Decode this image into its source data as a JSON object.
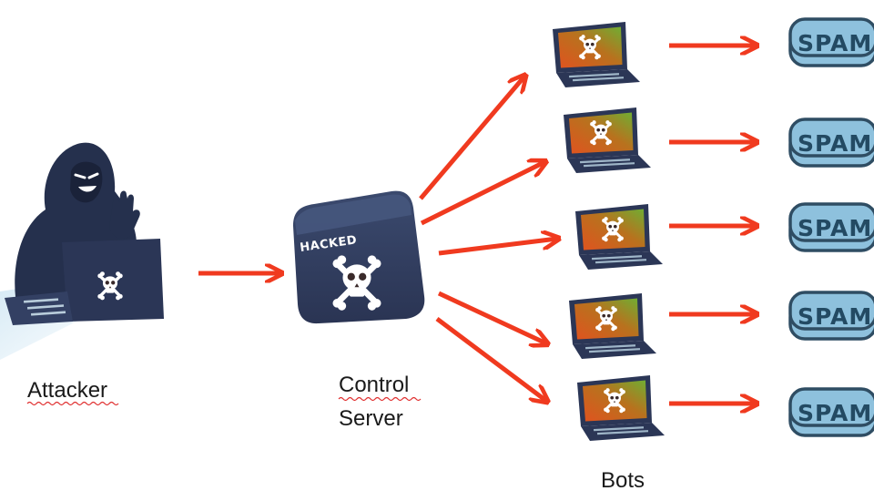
{
  "labels": {
    "attacker": "Attacker",
    "control_line1": "Control",
    "control_line2": "Server",
    "bots": "Bots"
  },
  "server": {
    "badge": "HACKED"
  },
  "spam_badges": [
    "SPAM",
    "SPAM",
    "SPAM",
    "SPAM",
    "SPAM"
  ],
  "icons": {
    "attacker": "hooded-hacker-icon",
    "server": "hacked-server-icon",
    "bot": "infected-laptop-icon",
    "spam": "spam-badge-icon",
    "arrow": "red-arrow"
  },
  "colors": {
    "arrow": "#f03a1f",
    "navy": "#2b3656",
    "spam_fill": "#8ec1dd",
    "spam_stroke": "#2f4d63",
    "screen_orange": "#e0531f",
    "screen_green": "#6fae33",
    "underline": "#e03030"
  }
}
